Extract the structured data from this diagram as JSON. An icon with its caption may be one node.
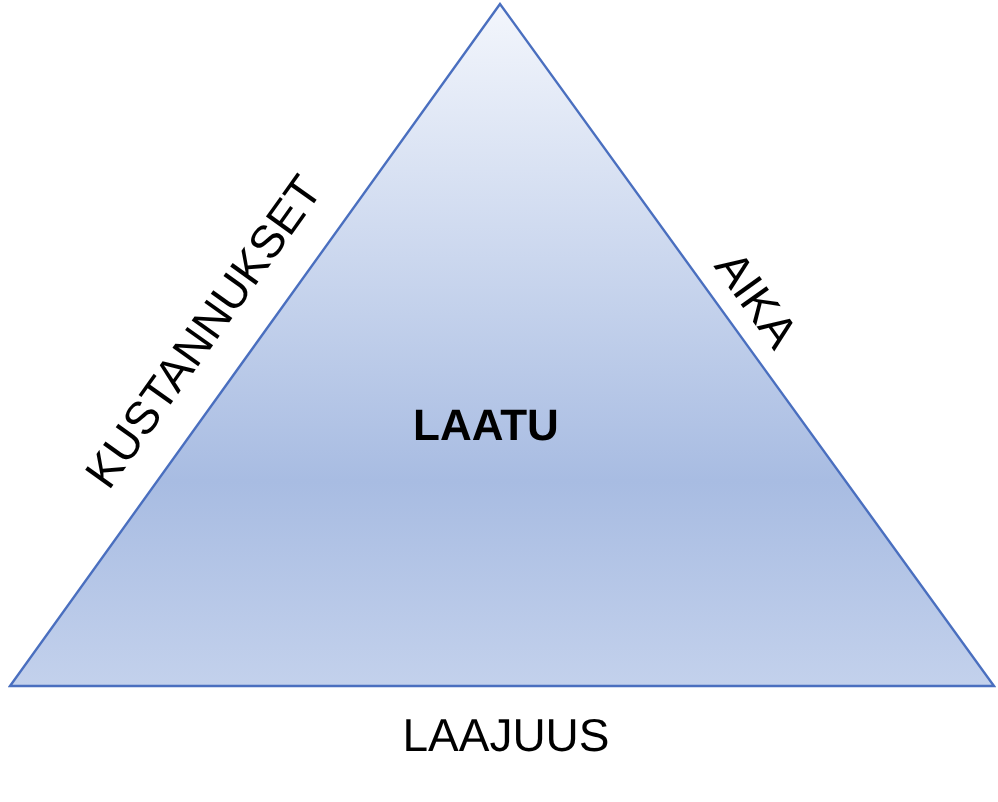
{
  "diagram": {
    "nodes": [
      {
        "text": [
          "LAATU"
        ]
      }
    ],
    "labels": [
      "KUSTANNUKSET",
      "AIKA",
      "LAAJUUS"
    ]
  }
}
